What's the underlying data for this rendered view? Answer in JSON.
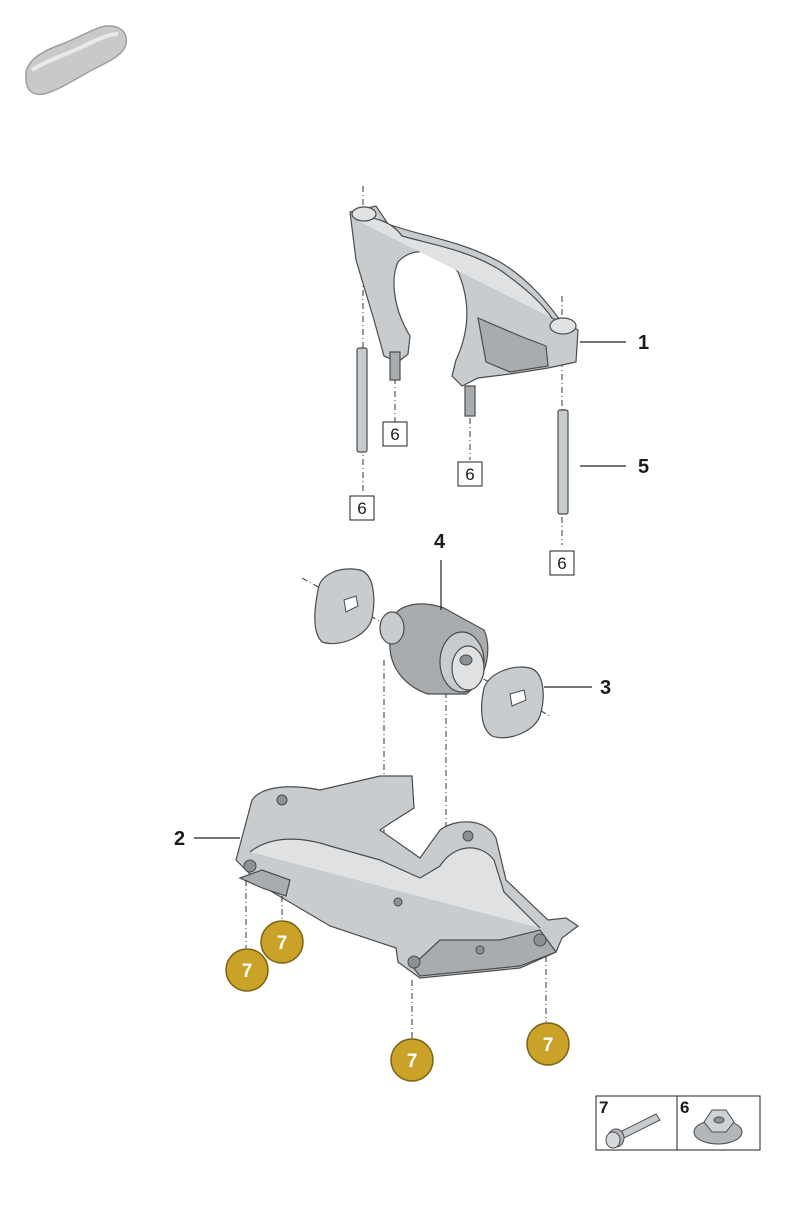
{
  "callouts": {
    "c1": "1",
    "c2": "2",
    "c3": "3",
    "c4": "4",
    "c5": "5"
  },
  "boxed_refs": {
    "b6a": "6",
    "b6b": "6",
    "b6c": "6",
    "b6d": "6"
  },
  "badges": {
    "b7a": "7",
    "b7b": "7",
    "b7c": "7",
    "b7d": "7"
  },
  "legend": {
    "item7": "7",
    "item6": "6"
  },
  "colors": {
    "badge_fill": "#c9a227",
    "badge_stroke": "#7a6212",
    "part_gray": "#c9ccce"
  },
  "icons": {
    "car": "car-silhouette-icon",
    "bolt": "flange-bolt-icon",
    "nut": "flange-nut-icon"
  }
}
